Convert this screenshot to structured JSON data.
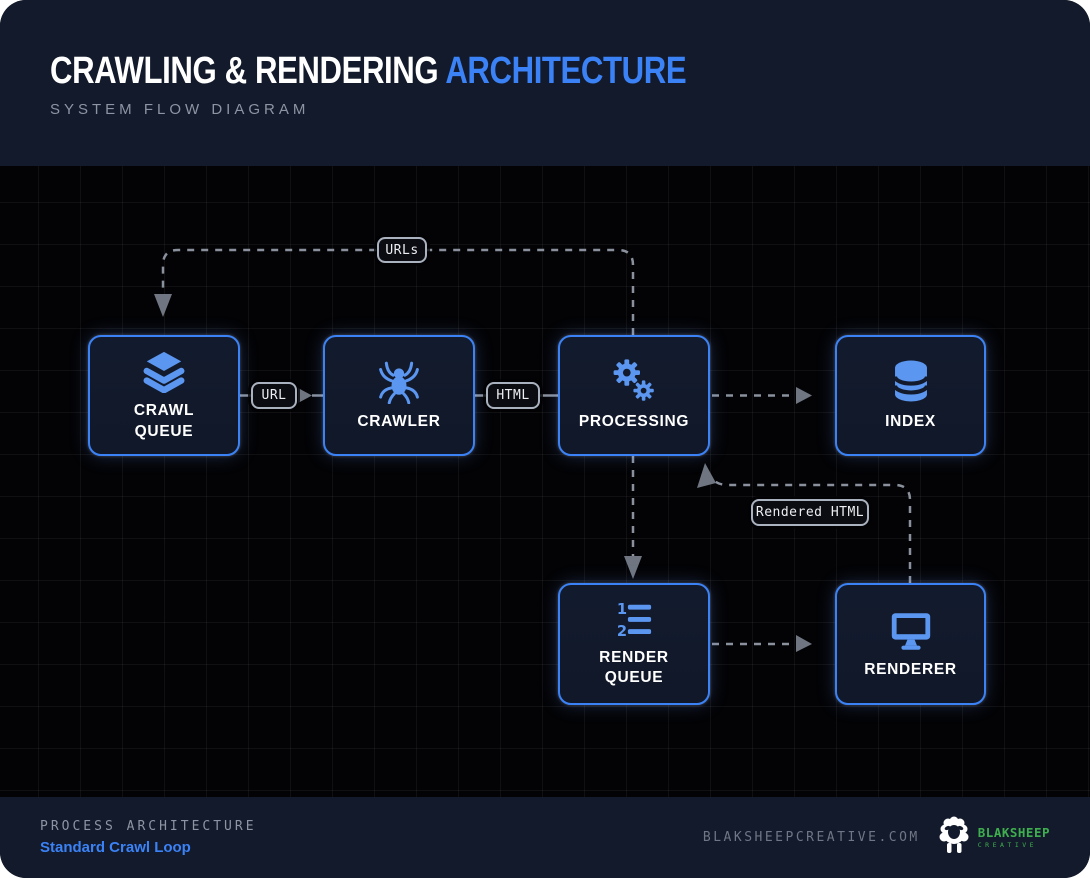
{
  "header": {
    "title_main": "CRAWLING & RENDERING ",
    "title_accent": "ARCHITECTURE",
    "subtitle": "SYSTEM FLOW DIAGRAM"
  },
  "nodes": {
    "crawl_queue": {
      "line1": "CRAWL",
      "line2": "QUEUE",
      "icon": "layers-icon"
    },
    "crawler": {
      "line1": "CRAWLER",
      "icon": "spider-icon"
    },
    "processing": {
      "line1": "PROCESSING",
      "icon": "gears-icon"
    },
    "index": {
      "line1": "INDEX",
      "icon": "database-icon"
    },
    "render_queue": {
      "line1": "RENDER",
      "line2": "QUEUE",
      "icon": "ordered-list-icon"
    },
    "renderer": {
      "line1": "RENDERER",
      "icon": "monitor-icon"
    }
  },
  "edges": {
    "url": "URL",
    "html": "HTML",
    "urls": "URLs",
    "rendered_html": "Rendered HTML"
  },
  "footer": {
    "eyebrow": "PROCESS ARCHITECTURE",
    "title": "Standard Crawl Loop",
    "website": "BLAKSHEEPCREATIVE.COM",
    "brand_name": "BLAKSHEEP",
    "brand_sub": "CREATIVE"
  },
  "colors": {
    "accent_blue": "#3b82f6",
    "icon_blue": "#5b96f0",
    "panel_navy": "#121a2b",
    "diagram_black": "#030305",
    "connector_gray": "#8a919d",
    "brand_green": "#3fae4e"
  }
}
